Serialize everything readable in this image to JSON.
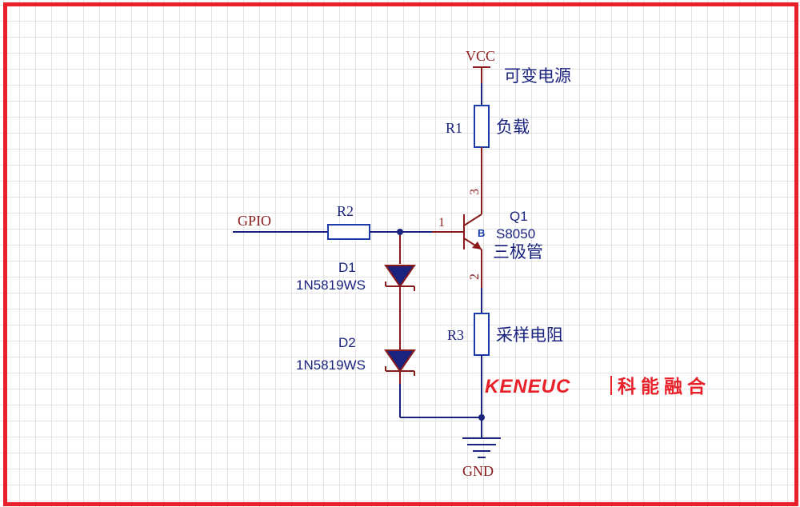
{
  "labels": {
    "vcc": "VCC",
    "vcc_note": "可变电源",
    "r1": "R1",
    "r1_note": "负载",
    "gpio": "GPIO",
    "r2": "R2",
    "pin1": "1",
    "pin2": "2",
    "pin3": "3",
    "q1": "Q1",
    "q1_part": "S8050",
    "q1_note": "三极管",
    "d1": "D1",
    "d1_part": "1N5819WS",
    "d2": "D2",
    "d2_part": "1N5819WS",
    "r3": "R3",
    "r3_note": "采样电阻",
    "gnd": "GND",
    "brand_logo": "KENEUC",
    "brand_cn": "科能融合"
  },
  "colors": {
    "border": "#e8202a",
    "wire": "#1a237e",
    "pin": "#8b1a1a",
    "resistor": "#1a3ba8",
    "brand": "#e8202a"
  }
}
